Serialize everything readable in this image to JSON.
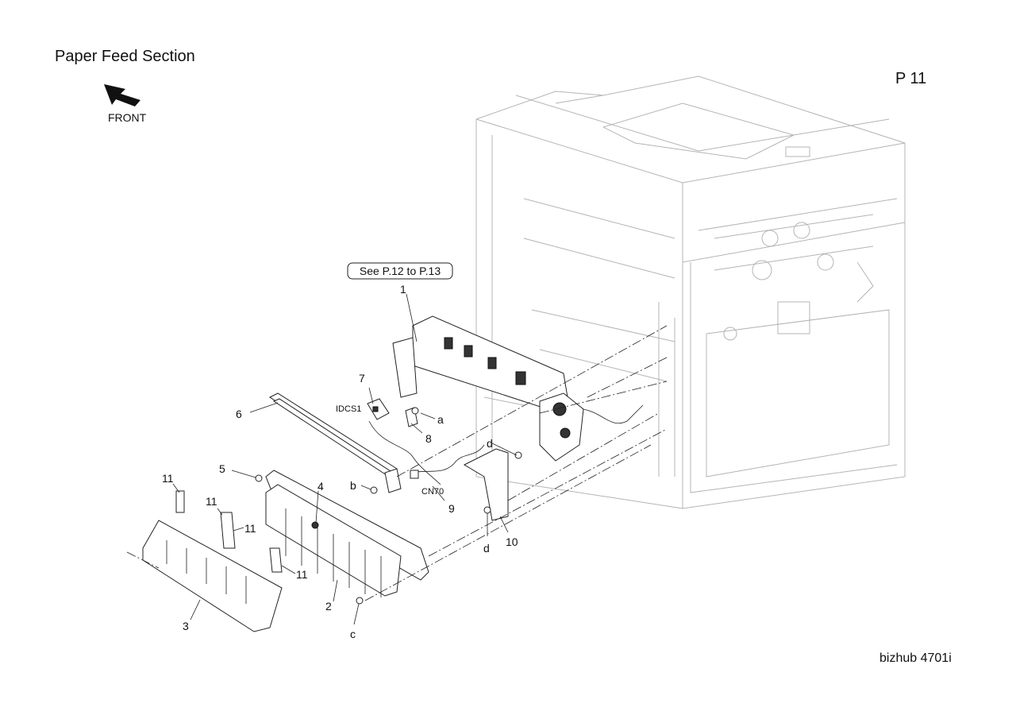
{
  "header": {
    "title": "Paper Feed Section",
    "page": "P 11"
  },
  "footer": {
    "model": "bizhub 4701i"
  },
  "orientation": {
    "label": "FRONT",
    "icon": "front-arrow-icon"
  },
  "reference_box": {
    "text": "See P.12 to P.13"
  },
  "callouts": [
    {
      "id": "c1",
      "text": "1"
    },
    {
      "id": "c2",
      "text": "2"
    },
    {
      "id": "c3",
      "text": "3"
    },
    {
      "id": "c4",
      "text": "4"
    },
    {
      "id": "c5",
      "text": "5"
    },
    {
      "id": "c6",
      "text": "6"
    },
    {
      "id": "c7",
      "text": "7"
    },
    {
      "id": "c8",
      "text": "8"
    },
    {
      "id": "c9",
      "text": "9"
    },
    {
      "id": "c10",
      "text": "10"
    },
    {
      "id": "c11a",
      "text": "11"
    },
    {
      "id": "c11b",
      "text": "11"
    },
    {
      "id": "c11c",
      "text": "11"
    },
    {
      "id": "c11d",
      "text": "11"
    }
  ],
  "screw_labels": [
    {
      "id": "sa",
      "text": "a"
    },
    {
      "id": "sb",
      "text": "b"
    },
    {
      "id": "sc",
      "text": "c"
    },
    {
      "id": "sd1",
      "text": "d"
    },
    {
      "id": "sd2",
      "text": "d"
    }
  ],
  "connector_labels": {
    "idcs1": "IDCS1",
    "cn70": "CN70"
  }
}
